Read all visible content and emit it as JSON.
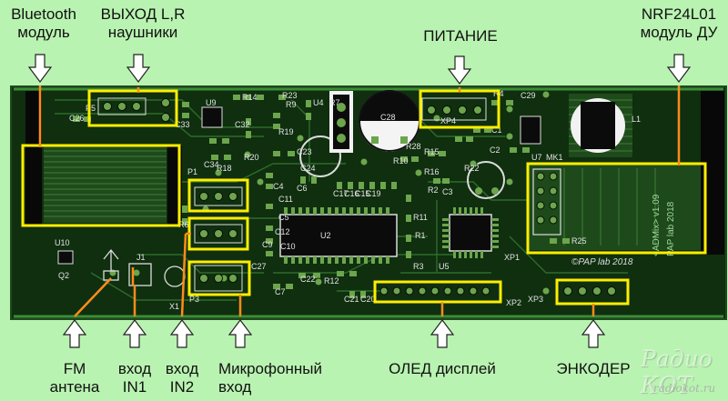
{
  "labels": {
    "bluetooth": [
      "Bluetooth",
      "модуль"
    ],
    "output": [
      "ВЫХОД L,R",
      "наушники"
    ],
    "power": "ПИТАНИЕ",
    "nrf": [
      "NRF24L01",
      "модуль ДУ"
    ],
    "fm": [
      "FM",
      "антена"
    ],
    "in1": [
      "вход",
      "IN1"
    ],
    "in2": [
      "вход",
      "IN2"
    ],
    "mic": [
      "Микрофонный",
      "вход"
    ],
    "oled": "ОЛЕД дисплей",
    "encoder": "ЭНКОДЕР"
  },
  "silkscreen": {
    "refs": [
      "P5",
      "C26",
      "C33",
      "U9",
      "R14",
      "C32",
      "R23",
      "R9",
      "U4",
      "R7",
      "C28",
      "XP4",
      "R4",
      "C29",
      "U7",
      "L1",
      "C34",
      "R18",
      "R20",
      "R19",
      "C23",
      "C24",
      "R28",
      "R15",
      "C1",
      "C2",
      "R22",
      "R10",
      "R16",
      "C3",
      "MK1",
      "P1",
      "C4",
      "C11",
      "C6",
      "C17",
      "C16",
      "C15",
      "C19",
      "C5",
      "C12",
      "C10",
      "C9",
      "U2",
      "R11",
      "R1",
      "R3",
      "R2",
      "U5",
      "R25",
      "XP1",
      "U10",
      "Q2",
      "C27",
      "C7",
      "C22",
      "R12",
      "C21",
      "C20",
      "XP2",
      "XP3",
      "P3",
      "X1",
      "J1",
      "R6"
    ],
    "board_text": [
      "<ADMix> v1.09",
      "PAP lab 2018"
    ],
    "copyright": "©PAP lab 2018"
  },
  "watermark": {
    "name": "Радио КОТ",
    "site": "radiokot.ru"
  },
  "colors": {
    "background": "#b9f3b1",
    "board": "#0f2f0f",
    "silk": "#dcdcdc",
    "highlight": "#ffee00",
    "pointer": "#ff8c1a",
    "copper": "#6ca54c"
  }
}
